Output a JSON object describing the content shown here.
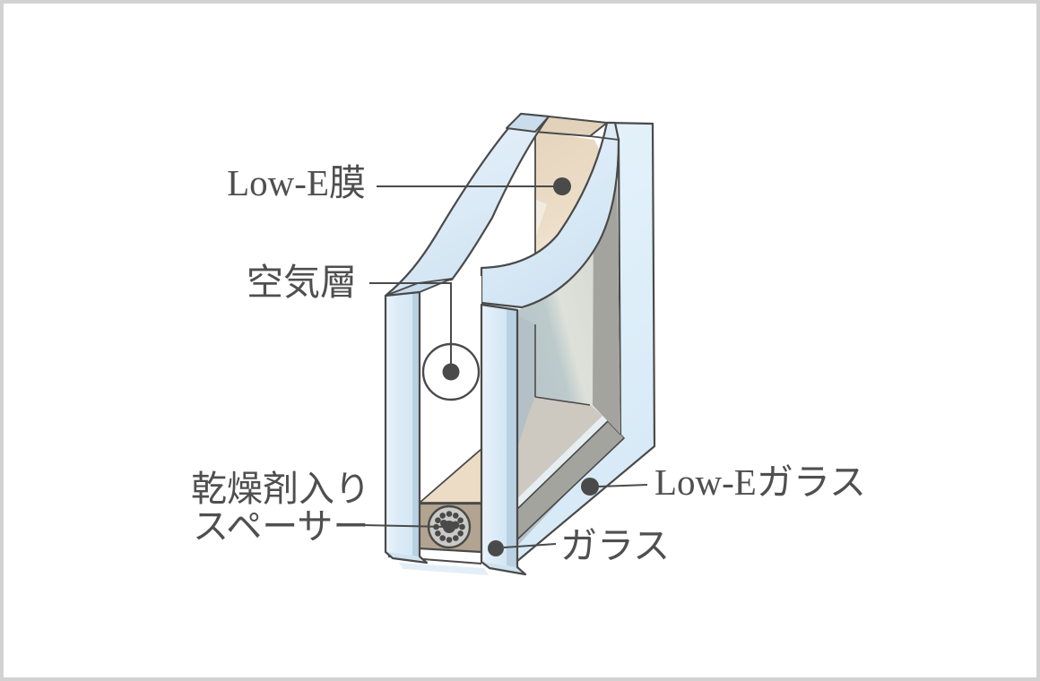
{
  "figure": {
    "type": "cutaway-diagram",
    "subject": "Low-E pair glass unit"
  },
  "labels": {
    "low_e_film": "Low-E膜",
    "air_layer": "空気層",
    "desiccant_spacer_line1": "乾燥剤入り",
    "desiccant_spacer_line2": "スペーサー",
    "low_e_glass": "Low-Eガラス",
    "glass": "ガラス"
  },
  "colors": {
    "background": "#ffffff",
    "frame_border": "#d2d2d2",
    "outline": "#4a4a4a",
    "text": "#4f4f4f",
    "glass_blue": "#d9e9f6",
    "glass_blue_light": "#eaf3fb",
    "glass_blue_deep": "#b9d1e3",
    "glass_face_right": "#e0eef9",
    "film_beige": "#ecdcc6",
    "film_beige_top": "#e2d2bb",
    "spacer_taupe": "#b3a492",
    "desiccant_gray": "#cacac6",
    "inner_dark_gray": "#a4a49f",
    "inner_warm_gray": "#cdc9c0",
    "inner_pale_band": "#e6eef2",
    "sheen_gray": "#bac7cb"
  }
}
